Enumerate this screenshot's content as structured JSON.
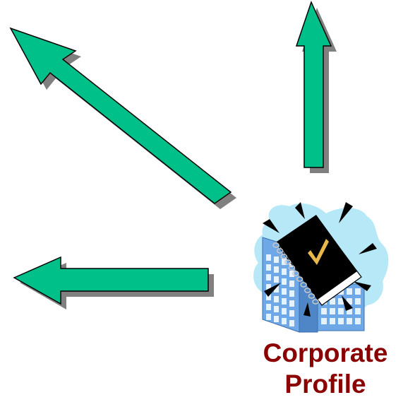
{
  "caption": {
    "line1": "Corporate",
    "line2": "Profile"
  },
  "arrows": [
    {
      "direction": "up"
    },
    {
      "direction": "up-left"
    },
    {
      "direction": "left"
    }
  ],
  "icons": {
    "main": "corporate-profile-book-building-icon",
    "book": "book-icon",
    "check": "check-mark-icon",
    "building": "office-building-icon"
  },
  "colors": {
    "arrow_fill": "#00c08a",
    "arrow_shadow": "#808080",
    "arrow_outline": "#000000",
    "caption": "#8b0000",
    "sky_blob": "#b6e8f8",
    "building": "#6fa8e6",
    "book": "#000000",
    "check": "#e8b84a"
  }
}
